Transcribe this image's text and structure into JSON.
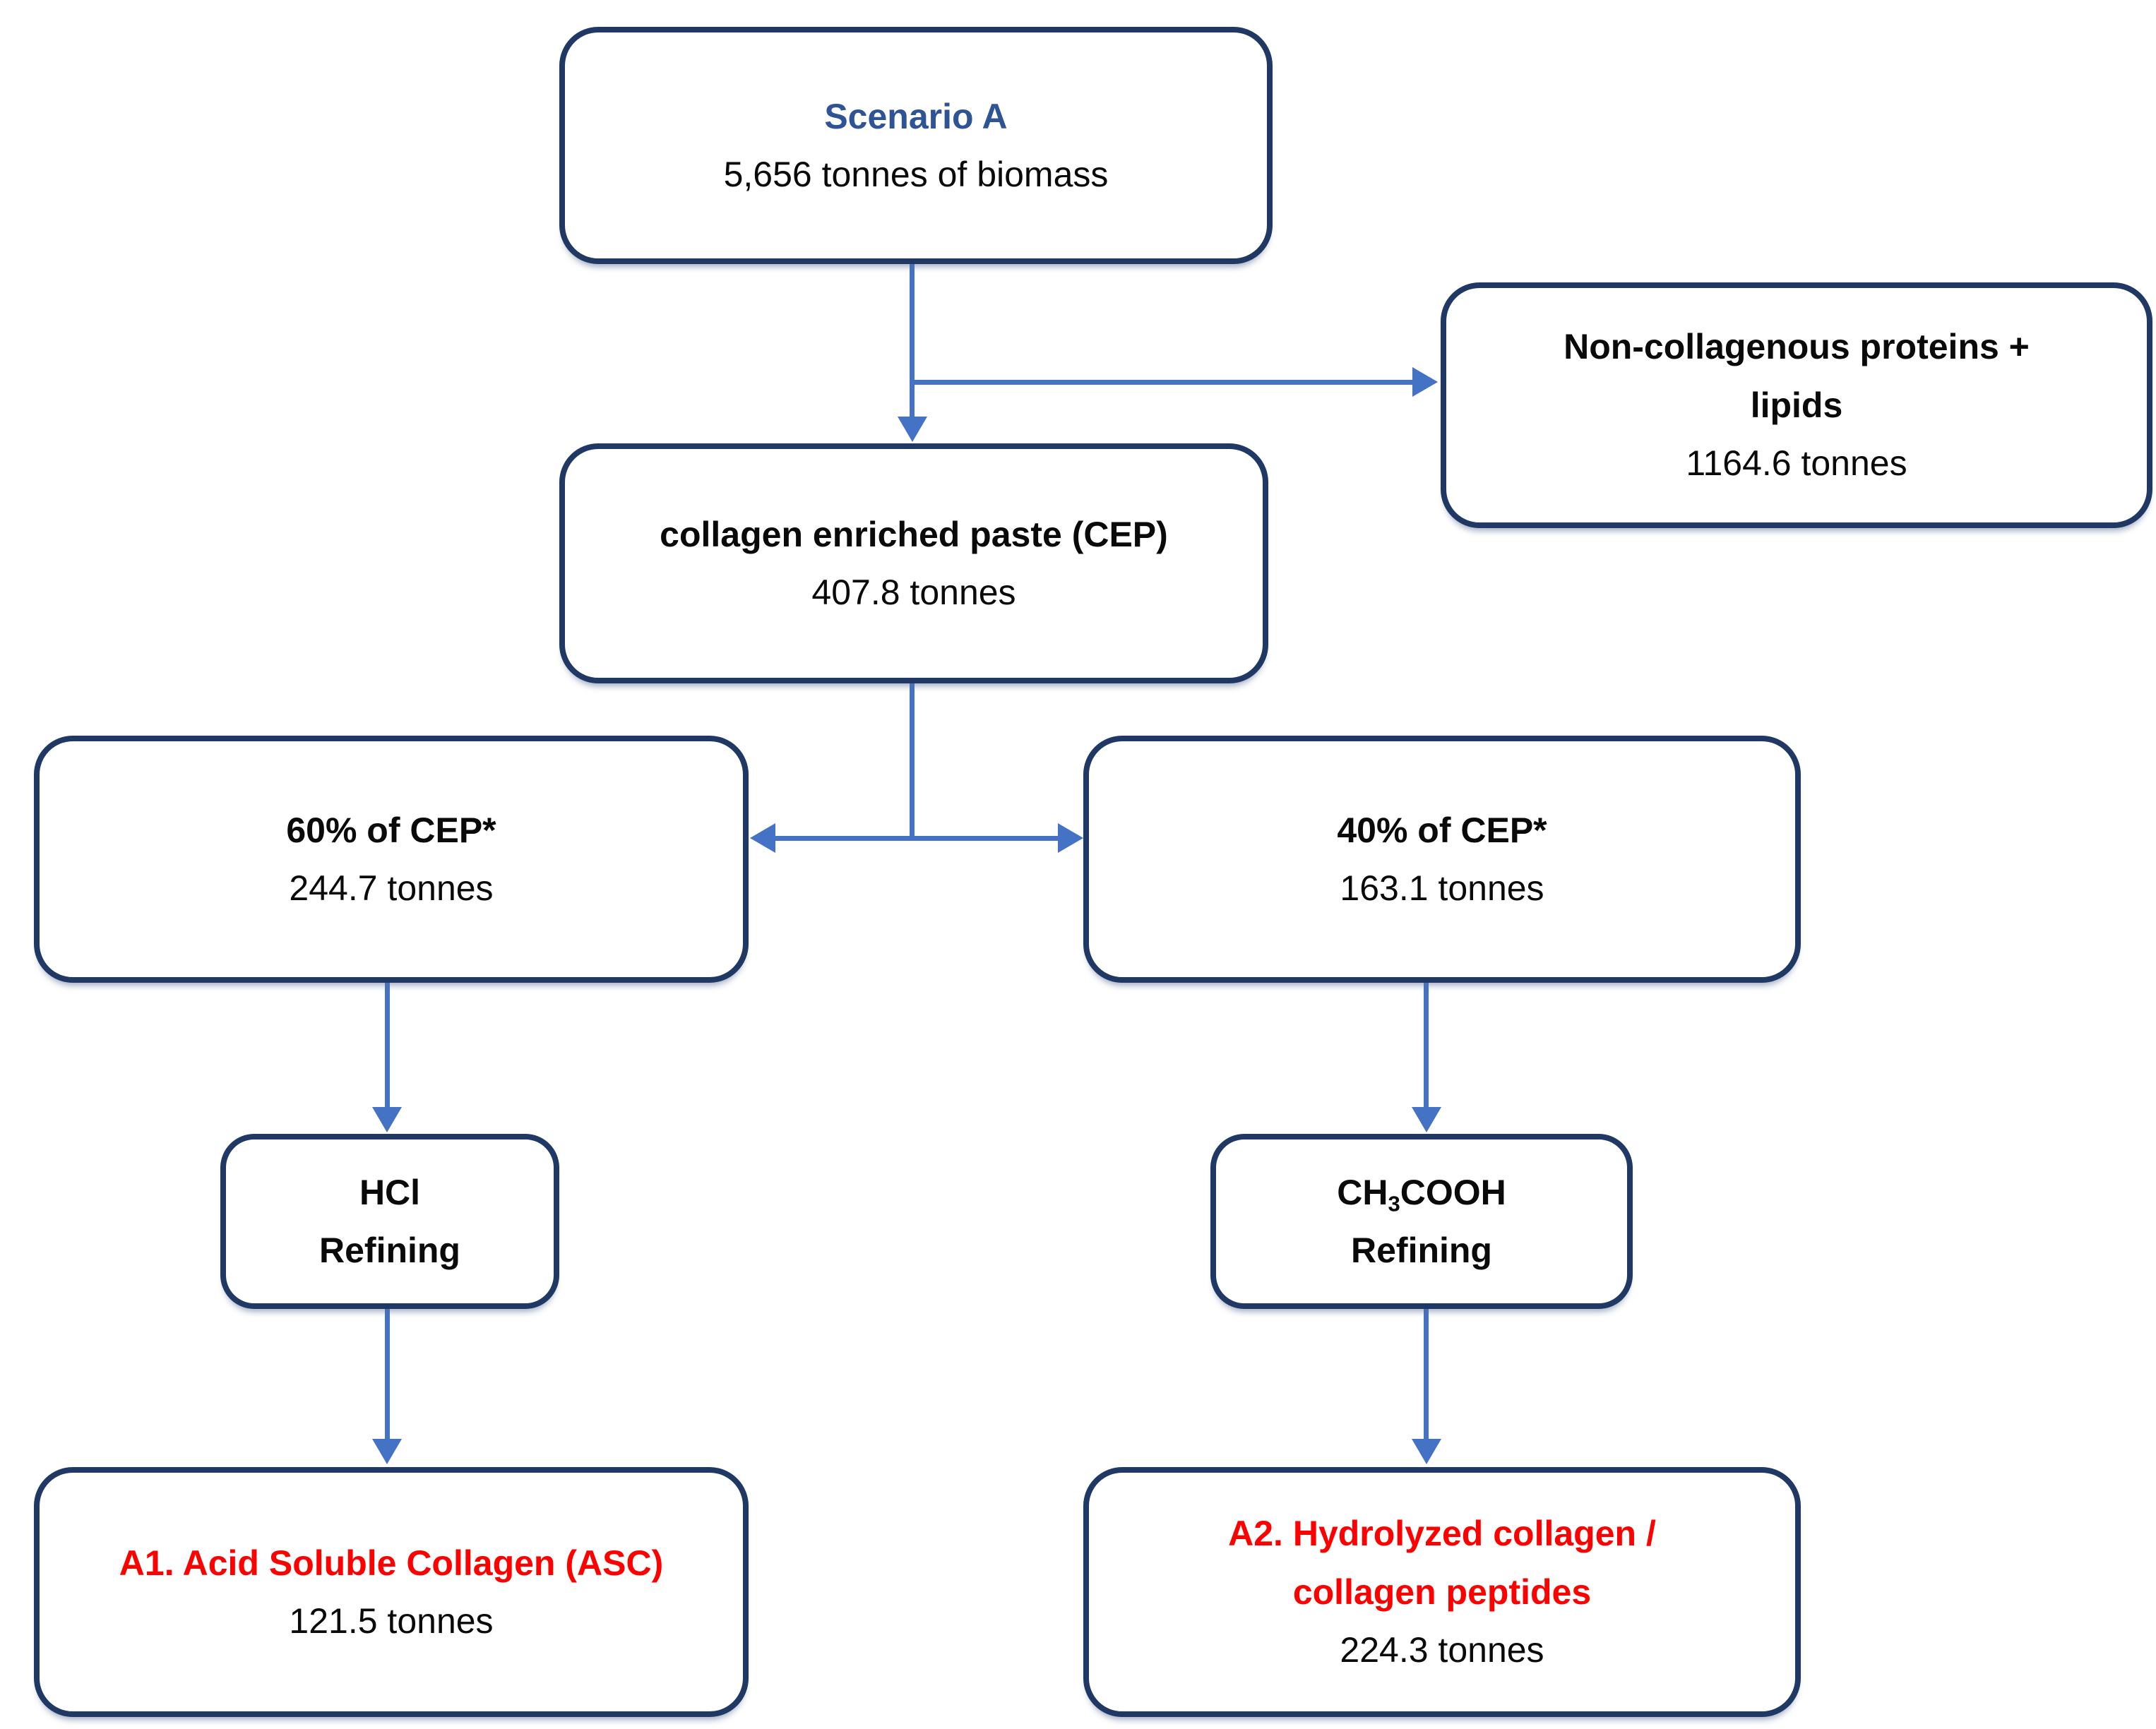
{
  "colors": {
    "box_border": "#1f3864",
    "arrow": "#4472c4",
    "scenario_title": "#2f5496",
    "highlight_red": "#ff0000",
    "text": "#0a0a0a"
  },
  "nodes": {
    "scenario": {
      "title": "Scenario A",
      "value": "5,656 tonnes of biomass"
    },
    "non_collagenous": {
      "title": "Non-collagenous proteins +\nlipids",
      "value": "1164.6 tonnes"
    },
    "cep": {
      "title": "collagen enriched paste (CEP)",
      "value": "407.8 tonnes"
    },
    "cep60": {
      "title": "60% of CEP*",
      "value": "244.7 tonnes"
    },
    "cep40": {
      "title": "40% of CEP*",
      "value": "163.1 tonnes"
    },
    "hcl": {
      "title": "HCl\nRefining"
    },
    "acetic": {
      "formula_pre": "CH",
      "formula_sub": "3",
      "formula_post": "COOH",
      "line2": "Refining"
    },
    "a1": {
      "title": "A1. Acid Soluble Collagen (ASC)",
      "value": "121.5 tonnes"
    },
    "a2": {
      "title": "A2. Hydrolyzed collagen /\ncollagen peptides",
      "value": "224.3 tonnes"
    }
  }
}
